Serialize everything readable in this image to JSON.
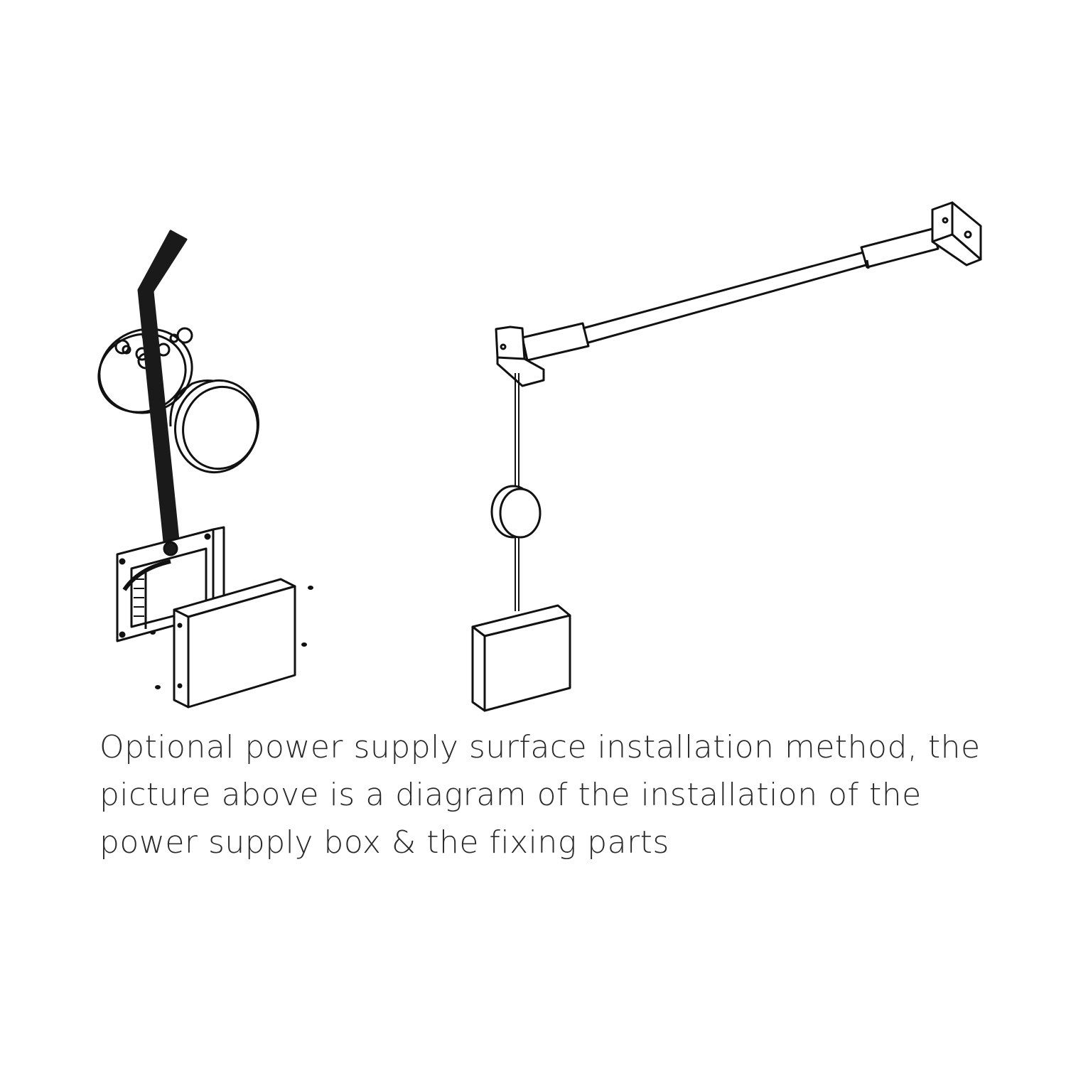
{
  "caption": {
    "lines": [
      "Optional power supply surface installation method, the",
      "picture above is a diagram of the installation of the",
      "power supply box & the fixing parts"
    ]
  },
  "colors": {
    "line": "#111111",
    "text": "#2b2b2b",
    "background": "#ffffff"
  }
}
